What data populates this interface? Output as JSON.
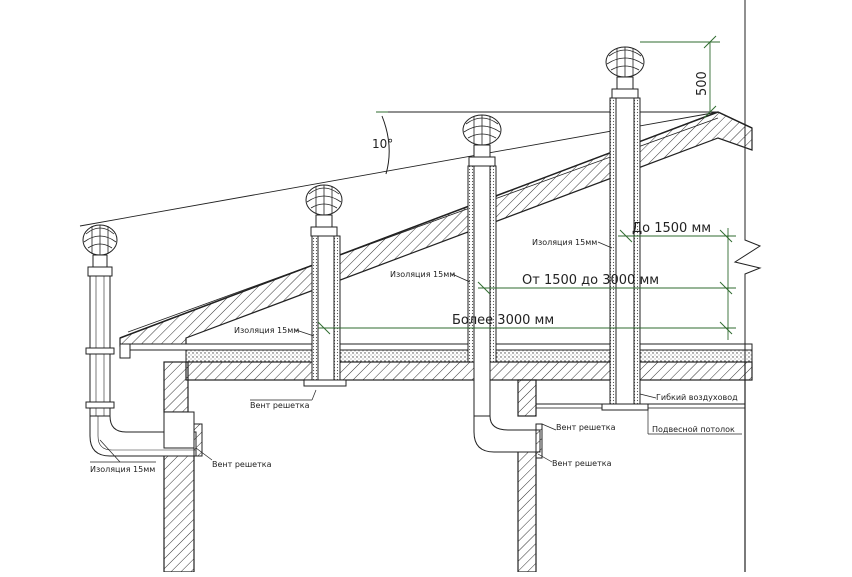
{
  "angle_label": "10°",
  "height_label": "500",
  "dimensions": {
    "up_to_1500": "До 1500 мм",
    "from_1500_to_3000": "От 1500 до 3000 мм",
    "over_3000": "Более 3000 мм"
  },
  "labels": {
    "insulation_1": "Изоляция 15мм",
    "insulation_2": "Изоляция 15мм",
    "insulation_3": "Изоляция 15мм",
    "insulation_4": "Изоляция 15мм",
    "vent_grille_1": "Вент решетка",
    "vent_grille_2": "Вент решетка",
    "vent_grille_3": "Вент решетка",
    "vent_grille_4": "Вент решетка",
    "flexible_duct": "Гибкий воздуховод",
    "suspended_ceiling": "Подвесной потолок"
  },
  "colors": {
    "line": "#222222",
    "dimension": "#2f6b2f",
    "hatch": "#333333",
    "insulation_fill": "#cfcfcf"
  }
}
